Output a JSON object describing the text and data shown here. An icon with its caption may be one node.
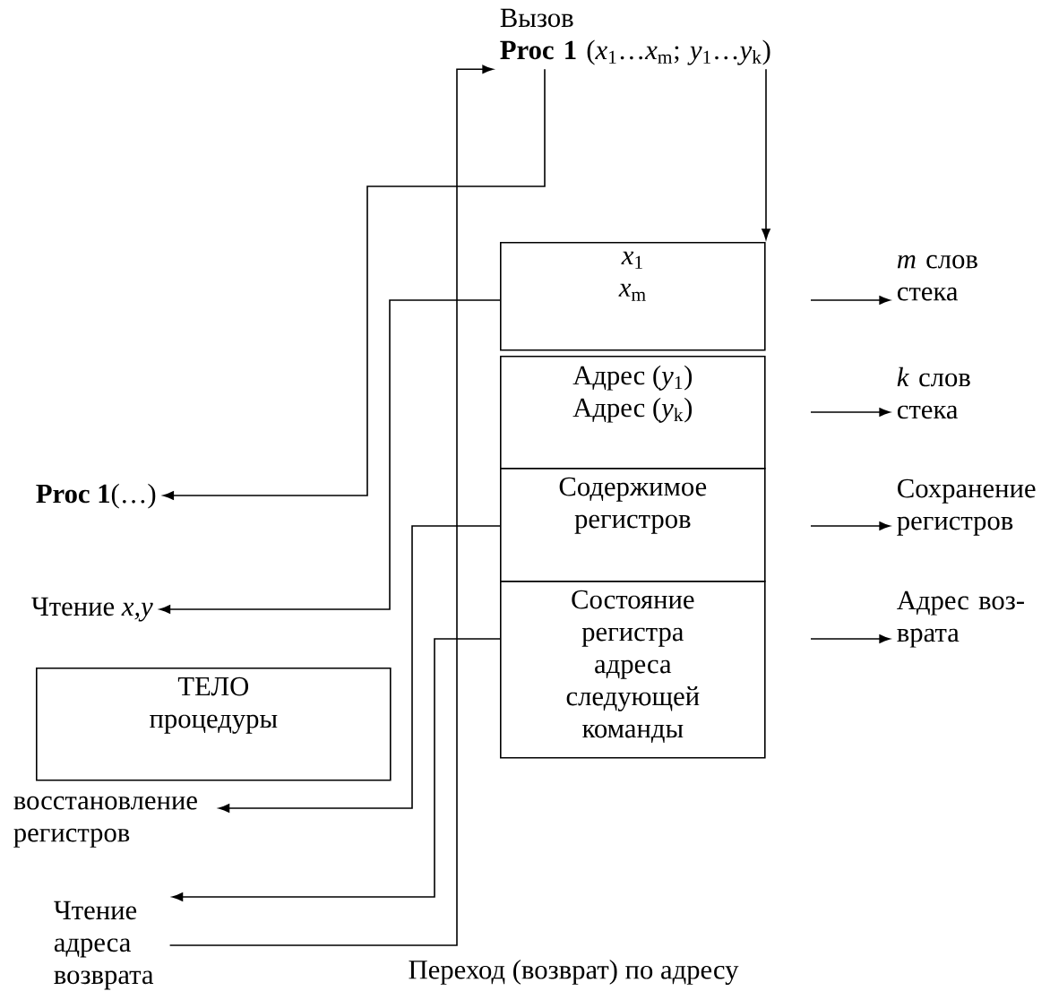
{
  "diagram": {
    "nodes": [
      {
        "text": [
          "Вызов",
          "**Proc 1** (*x*$_{1}$…*x*$_{m}$; *y*$_{1}$…*y*$_{k}$)"
        ]
      },
      {
        "text": [
          "*x*$_{1}$",
          "*x*$_{m}$"
        ]
      },
      {
        "text": [
          "Адрес (*y*$_{1}$)",
          "Адрес (*y*$_{k}$)"
        ]
      },
      {
        "text": [
          "Содержимое регистров"
        ]
      },
      {
        "text": [
          "Состояние регистра адреса следующей команды"
        ]
      },
      {
        "text": [
          "*m* слов стека"
        ]
      },
      {
        "text": [
          "*k* слов стека"
        ]
      },
      {
        "text": [
          "Сохранение регистров"
        ]
      },
      {
        "text": [
          "Адрес воз- врата"
        ]
      },
      {
        "text": [
          "**Proc 1**(…)"
        ]
      },
      {
        "text": [
          "Чтение *x,y*"
        ]
      },
      {
        "text": [
          "ТЕЛО",
          "процедуры"
        ]
      },
      {
        "text": [
          "восстановление регистров"
        ]
      },
      {
        "text": [
          "Чтение адреса возврата"
        ]
      }
    ],
    "edges": [
      {
        "from": 0,
        "to": 9,
        "arrow": "to"
      },
      {
        "from": 0,
        "to": 1,
        "arrow": "to"
      },
      {
        "from": 1,
        "to": 10,
        "arrow": "to"
      },
      {
        "from": 3,
        "to": 12,
        "arrow": "to"
      },
      {
        "from": 4,
        "to": 13,
        "arrow": "to"
      },
      {
        "from": 13,
        "to": 0,
        "arrow": "to",
        "label": "Переход (возврат) по адресу"
      },
      {
        "from": null,
        "to": 5,
        "arrow": "to"
      },
      {
        "from": null,
        "to": 6,
        "arrow": "to"
      },
      {
        "from": null,
        "to": 7,
        "arrow": "to"
      },
      {
        "from": null,
        "to": 8,
        "arrow": "to"
      }
    ]
  }
}
